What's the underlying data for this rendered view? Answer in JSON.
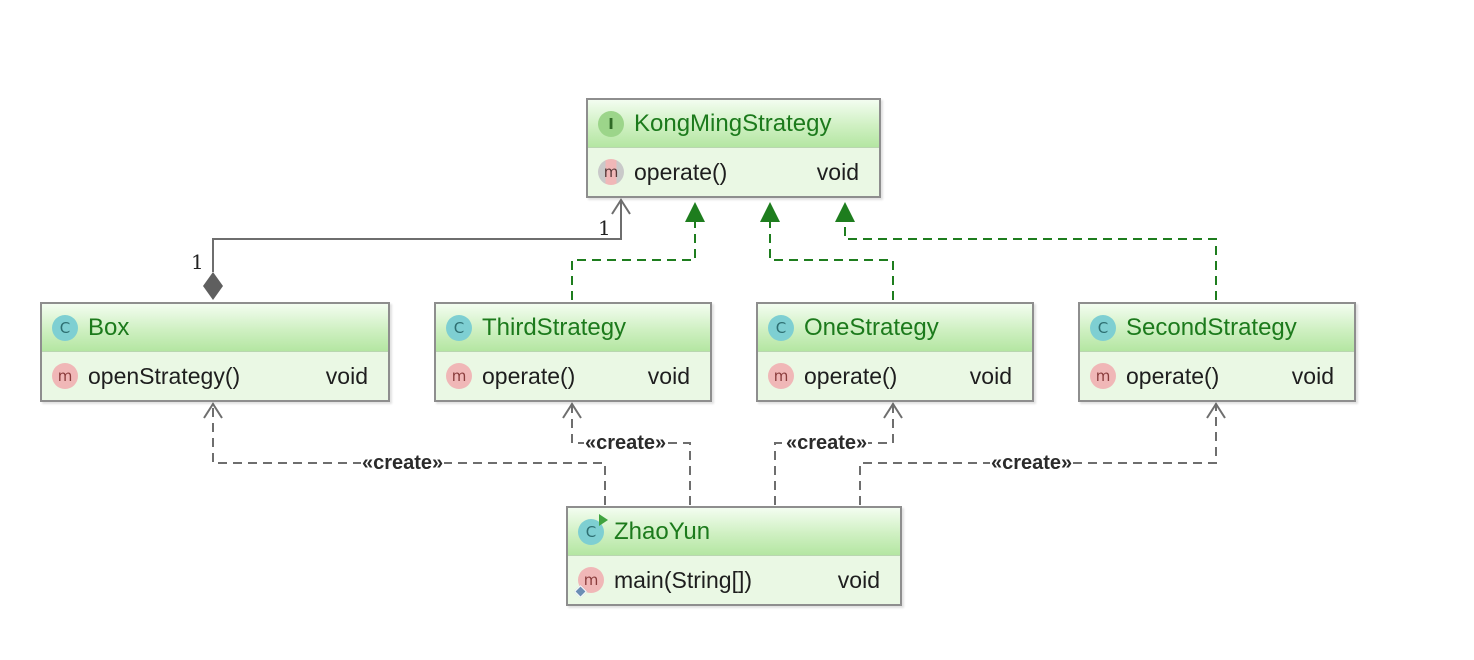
{
  "diagram": {
    "interface": {
      "name": "KongMingStrategy",
      "badge": "I",
      "methods": [
        {
          "badge": "m",
          "name": "operate()",
          "returns": "void"
        }
      ]
    },
    "classes": [
      {
        "key": "box",
        "name": "Box",
        "badge": "C",
        "methods": [
          {
            "badge": "m",
            "name": "openStrategy()",
            "returns": "void"
          }
        ]
      },
      {
        "key": "third",
        "name": "ThirdStrategy",
        "badge": "C",
        "methods": [
          {
            "badge": "m",
            "name": "operate()",
            "returns": "void"
          }
        ]
      },
      {
        "key": "one",
        "name": "OneStrategy",
        "badge": "C",
        "methods": [
          {
            "badge": "m",
            "name": "operate()",
            "returns": "void"
          }
        ]
      },
      {
        "key": "second",
        "name": "SecondStrategy",
        "badge": "C",
        "methods": [
          {
            "badge": "m",
            "name": "operate()",
            "returns": "void"
          }
        ]
      },
      {
        "key": "zhaoyun",
        "name": "ZhaoYun",
        "badge": "C",
        "methods": [
          {
            "badge": "m",
            "name": "main(String[])",
            "returns": "void"
          }
        ]
      }
    ],
    "relations": {
      "aggregation": {
        "from": "Box",
        "to": "KongMingStrategy",
        "source_multiplicity": "1",
        "target_multiplicity": "1"
      },
      "realizations": [
        {
          "from": "ThirdStrategy",
          "to": "KongMingStrategy"
        },
        {
          "from": "OneStrategy",
          "to": "KongMingStrategy"
        },
        {
          "from": "SecondStrategy",
          "to": "KongMingStrategy"
        }
      ],
      "dependencies": [
        {
          "from": "ZhaoYun",
          "to": "Box",
          "label": "«create»"
        },
        {
          "from": "ZhaoYun",
          "to": "ThirdStrategy",
          "label": "«create»"
        },
        {
          "from": "ZhaoYun",
          "to": "OneStrategy",
          "label": "«create»"
        },
        {
          "from": "ZhaoYun",
          "to": "SecondStrategy",
          "label": "«create»"
        }
      ]
    },
    "colors": {
      "title_text": "#1c7a1c",
      "realization_line": "#1e7d1e",
      "dependency_line": "#6e6e6e",
      "association_line": "#6e6e6e"
    }
  }
}
